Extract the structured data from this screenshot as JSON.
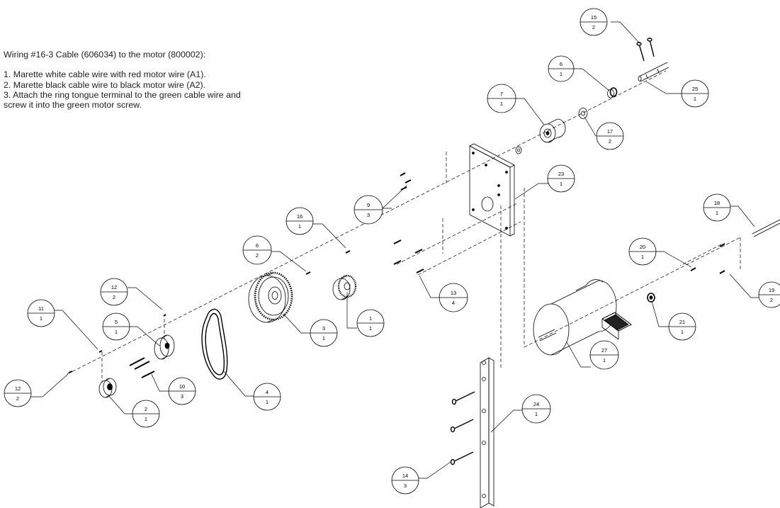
{
  "notes": {
    "title": "Wiring #16-3 Cable (606034) to the motor (800002):",
    "steps": [
      "1.  Marette white cable wire with red motor wire (A1).",
      "2.  Marette black cable wire to black motor wire (A2).",
      "3.  Attach the ring tongue terminal to the green cable wire and screw it into the green motor screw."
    ]
  },
  "balloons": [
    {
      "id": "b15",
      "item": "15",
      "qty": "2"
    },
    {
      "id": "b6a",
      "item": "6",
      "qty": "1"
    },
    {
      "id": "b25",
      "item": "25",
      "qty": "1"
    },
    {
      "id": "b7",
      "item": "7",
      "qty": "1"
    },
    {
      "id": "b17",
      "item": "17",
      "qty": "2"
    },
    {
      "id": "b23",
      "item": "23",
      "qty": "1"
    },
    {
      "id": "b9",
      "item": "9",
      "qty": "3"
    },
    {
      "id": "b16",
      "item": "16",
      "qty": "1"
    },
    {
      "id": "b18",
      "item": "18",
      "qty": "1"
    },
    {
      "id": "b6b",
      "item": "6",
      "qty": "2"
    },
    {
      "id": "b20",
      "item": "20",
      "qty": "1"
    },
    {
      "id": "b19",
      "item": "19",
      "qty": "2"
    },
    {
      "id": "b13",
      "item": "13",
      "qty": "4"
    },
    {
      "id": "b1",
      "item": "1",
      "qty": "1"
    },
    {
      "id": "b3",
      "item": "3",
      "qty": "1"
    },
    {
      "id": "b12a",
      "item": "12",
      "qty": "2"
    },
    {
      "id": "b11",
      "item": "11",
      "qty": "1"
    },
    {
      "id": "b5",
      "item": "5",
      "qty": "1"
    },
    {
      "id": "b21",
      "item": "21",
      "qty": "1"
    },
    {
      "id": "b27",
      "item": "27",
      "qty": "1"
    },
    {
      "id": "b10",
      "item": "10",
      "qty": "3"
    },
    {
      "id": "b4",
      "item": "4",
      "qty": "1"
    },
    {
      "id": "b12b",
      "item": "12",
      "qty": "2"
    },
    {
      "id": "b2",
      "item": "2",
      "qty": "1"
    },
    {
      "id": "b24",
      "item": "24",
      "qty": "1"
    },
    {
      "id": "b14",
      "item": "14",
      "qty": "3"
    }
  ]
}
